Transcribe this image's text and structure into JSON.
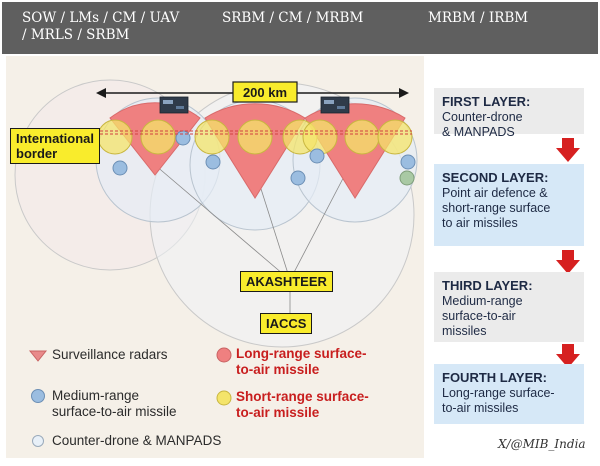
{
  "header": {
    "col1_line1": "SOW / LMs / CM / UAV",
    "col1_line2": "/ MRLS / SRBM",
    "col2": "SRBM / CM / MRBM",
    "col3": "MRBM / IRBM"
  },
  "diagram": {
    "distance_label": "200 km",
    "border_label_line1": "International",
    "border_label_line2": "border",
    "akashteer_label": "AKASHTEER",
    "iaccs_label": "IACCS"
  },
  "layers": [
    {
      "title": "FIRST LAYER:",
      "desc": [
        "Counter-drone",
        "& MANPADS"
      ]
    },
    {
      "title": "SECOND LAYER:",
      "desc": [
        "Point air defence &",
        "short-range surface",
        "to air missiles"
      ]
    },
    {
      "title": "THIRD LAYER:",
      "desc": [
        "Medium-range",
        "surface-to-air",
        "missiles"
      ]
    },
    {
      "title": "FOURTH LAYER:",
      "desc": [
        "Long-range surface-",
        "to-air missiles"
      ]
    }
  ],
  "legend": {
    "radar_label": "Surveillance radars",
    "long_range_line1": "Long-range surface-",
    "long_range_line2": "to-air missile",
    "medium_range_line1": "Medium-range",
    "medium_range_line2": "surface-to-air missile",
    "short_range_line1": "Short-range surface-",
    "short_range_line2": "to-air missile",
    "counter_drone_label": "Counter-drone & MANPADS"
  },
  "credit": "X/@MIB_India",
  "colors": {
    "header_bg": "#5f5f5f",
    "diagram_bg": "#f5f0e8",
    "layer_grey": "#ebebeb",
    "layer_blue": "#d6e8f7",
    "arrow_red": "#d62020",
    "tag_yellow": "#f9ec2c",
    "long_range_red": "#ef8080",
    "medium_range_blue": "#9bbde0",
    "short_range_yellow": "#f4e46a",
    "counter_drone": "#e8f0f8",
    "radar_pink": "#e88a8a"
  },
  "icons": [
    "surveillance-radar-icon",
    "satellite-drone-icon",
    "arrow-down-icon"
  ]
}
